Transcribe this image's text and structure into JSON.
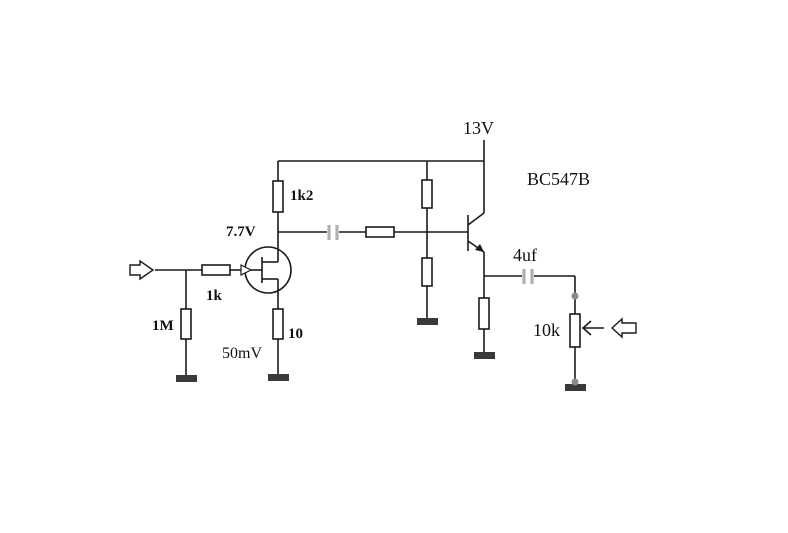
{
  "labels": {
    "supply": "13V",
    "transistor": "BC547B",
    "r_drain": "1k2",
    "drain_voltage": "7.7V",
    "r_gate_series": "1k",
    "r_gate_bias": "1M",
    "r_source": "10",
    "source_voltage": "50mV",
    "coupling_cap_out": "4uf",
    "pot_load": "10k"
  },
  "colors": {
    "wire": "#1a1a1a",
    "capacitor": "#b0b0b0",
    "ground": "#3a3a3a",
    "terminal_dot": "#8a8a8a"
  }
}
